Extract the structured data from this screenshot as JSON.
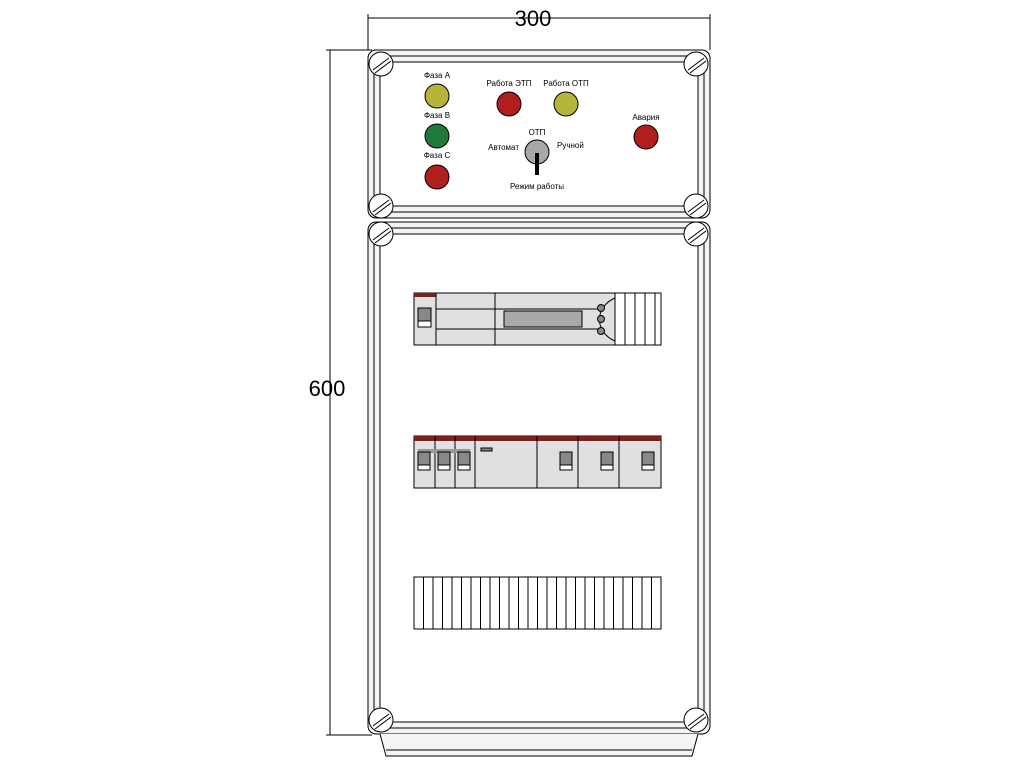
{
  "dimensions": {
    "width": "300",
    "height": "600"
  },
  "door_top": {
    "indicators": [
      {
        "label": "Фаза А",
        "color": "#b5b53a"
      },
      {
        "label": "Фаза В",
        "color": "#1f7a3c"
      },
      {
        "label": "Фаза С",
        "color": "#b01e1e"
      },
      {
        "label": "Работа ЭТП",
        "color": "#b01e1e"
      },
      {
        "label": "Работа ОТП",
        "color": "#b5b53a"
      },
      {
        "label": "Авария",
        "color": "#b01e1e"
      }
    ],
    "switch": {
      "top_label": "ОТП",
      "left_label": "Автомат",
      "right_label": "Ручной",
      "bottom_label": "Режим работы"
    }
  },
  "colors": {
    "accent_stripe": "#7a2222",
    "device_fill": "#e0e0e0",
    "display": "#a8a8a8"
  }
}
